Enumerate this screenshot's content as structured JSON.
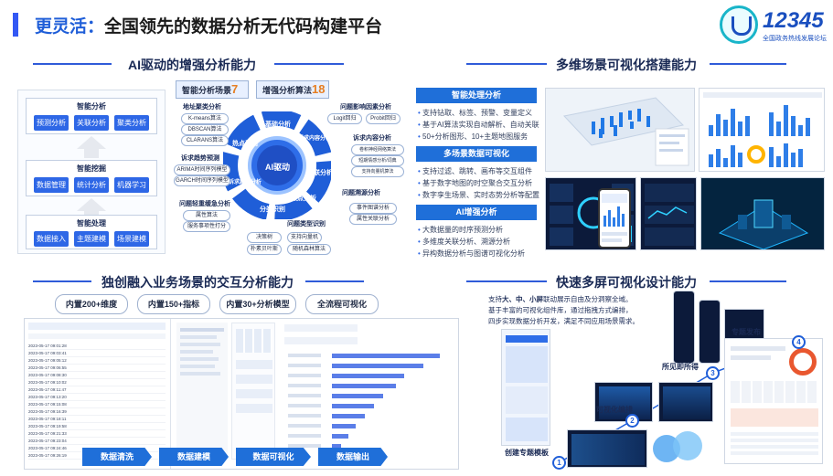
{
  "header": {
    "title_prefix": "更灵活：",
    "title_main": "全国领先的数据分析无代码构建平台",
    "logo_number": "12345",
    "logo_sub": "全国政务热线发展论坛"
  },
  "sections": {
    "ai": "AI驱动的增强分析能力",
    "multi": "多维场景可视化搭建能力",
    "interactive": "独创融入业务场景的交互分析能力",
    "screen": "快速多屏可视化设计能力"
  },
  "flow": {
    "smart_analysis": "智能分析",
    "sa_items": [
      "预测分析",
      "关联分析",
      "聚类分析"
    ],
    "smart_mining": "智能挖掘",
    "sm_items": [
      "数据管理",
      "统计分析",
      "机器学习"
    ],
    "smart_proc": "智能处理",
    "sp_items": [
      "数据接入",
      "主题建模",
      "场景建模"
    ]
  },
  "ai_diagram": {
    "scene_label": "智能分析场景",
    "scene_num": "7",
    "algo_label": "增强分析算法",
    "algo_num": "18",
    "center": "AI驱动",
    "ring": [
      "基础分析",
      "诉求内容分析",
      "关联分析",
      "热点分析",
      "分类识别",
      "诉求趋势分析",
      "热点识别"
    ],
    "left_groups": [
      {
        "title": "地址聚类分析",
        "items": [
          "K-means算法",
          "DBSCAN算法",
          "CLARANS算法"
        ]
      },
      {
        "title": "诉求趋势预测",
        "items": [
          "ARIMA时间序列模型",
          "GARCH时间序列模型"
        ]
      },
      {
        "title": "问题轻重缓急分析",
        "items": [
          "属性算法",
          "服务事项性打分"
        ]
      }
    ],
    "right_groups": [
      {
        "title": "问题影响因素分析",
        "items": [
          "Logit回归",
          "Probit回归"
        ]
      },
      {
        "title": "诉求内容分析",
        "items": [
          "卷积神经网络算法",
          "短期情感分析/词典",
          "支持向量机算法"
        ]
      },
      {
        "title": "问题溯源分析",
        "items": [
          "事件图谱分析",
          "属性关联分析"
        ]
      }
    ],
    "bottom_group": {
      "title": "问题类型识别",
      "items": [
        "决策树",
        "支持向量机",
        "朴素贝叶斯",
        "随机森林算法"
      ]
    }
  },
  "multi": {
    "blocks": [
      {
        "tag": "智能处理分析",
        "items": [
          "支持钻取、标签、预警、变量定义",
          "基于AI算法实现自动解析、自动关联",
          "50+分析图形、10+主题地图服务"
        ]
      },
      {
        "tag": "多场景数据可视化",
        "items": [
          "支持过滤、跳转、画布等交互组件",
          "基于数字地图的时空聚合交互分析",
          "数字孪生场景、实时态势分析等配置"
        ]
      },
      {
        "tag": "AI增强分析",
        "items": [
          "大数据量的时序预测分析",
          "多维度关联分析、溯源分析",
          "异构数据分析与图谱可视化分析"
        ]
      }
    ]
  },
  "interactive": {
    "pills": [
      "内置200+维度",
      "内置150+指标",
      "内置30+分析模型",
      "全流程可视化"
    ],
    "flow": [
      "数据清洗",
      "数据建模",
      "数据可视化",
      "数据输出"
    ],
    "rows": [
      "2023-05-17 09:01:28",
      "2023-05-17 09:03:41",
      "2023-05-17 09:05:12",
      "2023-05-17 09:06:55",
      "2023-05-17 09:08:30",
      "2023-05-17 09:10:02",
      "2023-05-17 09:11:47",
      "2023-05-17 09:13:20",
      "2023-05-17 09:15:08",
      "2023-05-17 09:16:39",
      "2023-05-17 09:18:11",
      "2023-05-17 09:19:58",
      "2023-05-17 09:21:33",
      "2023-05-17 09:23:04",
      "2023-05-17 09:24:46",
      "2023-05-17 09:26:19"
    ],
    "bar_values": [
      0.92,
      0.78,
      0.62,
      0.55,
      0.44,
      0.36,
      0.28,
      0.2,
      0.14,
      0.08
    ]
  },
  "screen": {
    "desc_1": "支持",
    "desc_big": "大、中、小屏",
    "desc_2": "联动展示自由及分洞察全域。",
    "desc_3": "基于丰富的可视化组件库，通过拖拽方式编排，",
    "desc_4": "四步实现数据分析开发，满足不同应用场景需求。",
    "steps": [
      {
        "n": "1",
        "label": "创建专题模板"
      },
      {
        "n": "2",
        "label": "可视化编排"
      },
      {
        "n": "3",
        "label": "所见即所得"
      },
      {
        "n": "4",
        "label": "专题发布"
      }
    ]
  }
}
